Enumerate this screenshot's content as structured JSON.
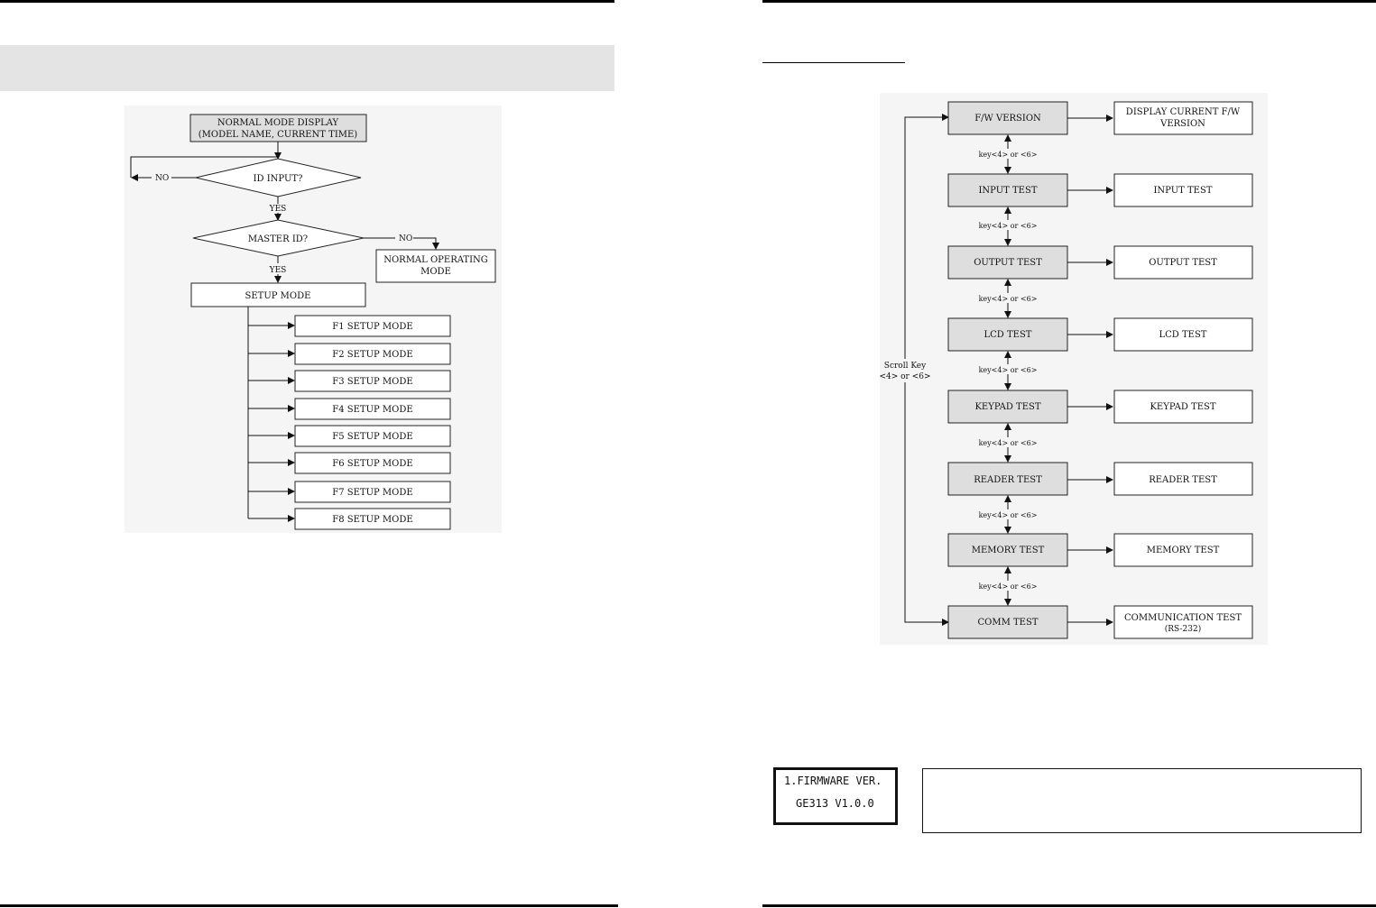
{
  "left_flow": {
    "start": [
      "NORMAL MODE DISPLAY",
      "(MODEL NAME, CURRENT TIME)"
    ],
    "decision_id": "ID INPUT?",
    "decision_master": "MASTER ID?",
    "no_label": "NO",
    "yes_label": "YES",
    "normal_operating": [
      "NORMAL OPERATING",
      "MODE"
    ],
    "setup_mode": "SETUP MODE",
    "setup_items": [
      "F1 SETUP MODE",
      "F2 SETUP MODE",
      "F3 SETUP MODE",
      "F4 SETUP MODE",
      "F5 SETUP MODE",
      "F6 SETUP MODE",
      "F7 SETUP MODE",
      "F8 SETUP MODE"
    ]
  },
  "right_flow": {
    "tests": [
      "F/W VERSION",
      "INPUT TEST",
      "OUTPUT TEST",
      "LCD TEST",
      "KEYPAD TEST",
      "READER TEST",
      "MEMORY TEST",
      "COMM TEST"
    ],
    "results": [
      [
        "DISPLAY CURRENT F/W",
        "VERSION"
      ],
      [
        "INPUT TEST"
      ],
      [
        "OUTPUT TEST"
      ],
      [
        "LCD TEST"
      ],
      [
        "KEYPAD TEST"
      ],
      [
        "READER TEST"
      ],
      [
        "MEMORY TEST"
      ],
      [
        "COMMUNICATION TEST",
        "(RS-232)"
      ]
    ],
    "key_label": "key<4> or <6>",
    "scroll_label": [
      "Scroll Key",
      "<4> or <6>"
    ]
  },
  "lcd_display": {
    "line1": "1.FIRMWARE VER.",
    "line2": "GE313 V1.0.0"
  }
}
